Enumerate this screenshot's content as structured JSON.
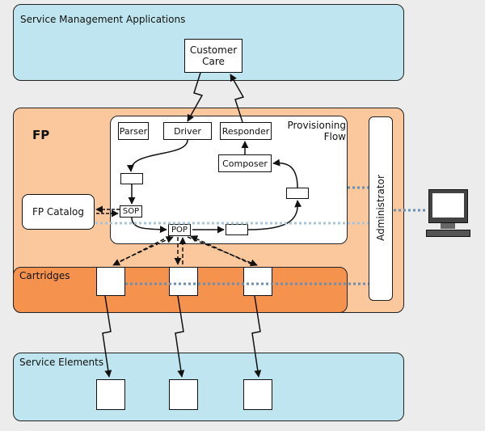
{
  "regions": {
    "service_management": "Service Management Applications",
    "fp": "FP",
    "cartridges": "Cartridges",
    "service_elements": "Service Elements",
    "provisioning_flow": "Provisioning\nFlow",
    "administrator": "Administrator"
  },
  "boxes": {
    "customer_care": "Customer\nCare",
    "parser": "Parser",
    "driver": "Driver",
    "responder": "Responder",
    "composer": "Composer",
    "sop": "SOP",
    "pop": "POP",
    "fp_catalog": "FP Catalog"
  },
  "colors": {
    "blue_region": "#bfe6f0",
    "peach_region": "#fbc89d",
    "orange_region": "#f5924e",
    "dotted_link": "#6a8fb0"
  }
}
